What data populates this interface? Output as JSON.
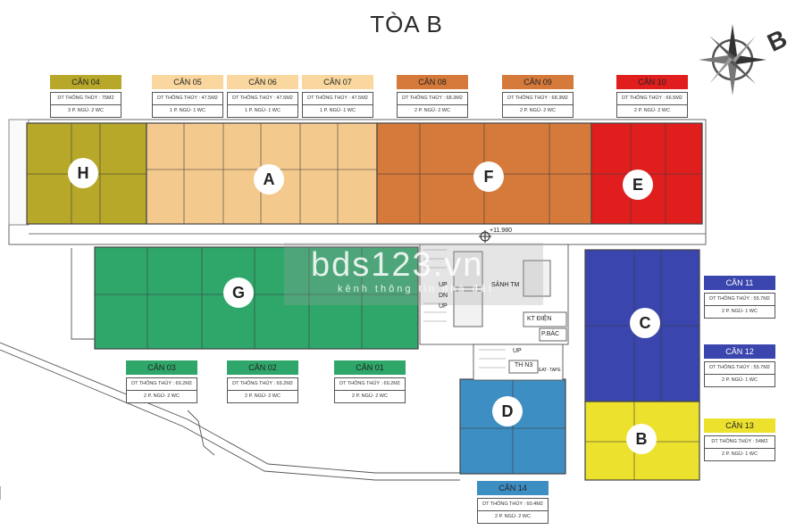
{
  "title": "TÒA B",
  "compass_letter": "B",
  "level_mark": "+11.980",
  "watermark": {
    "brand": "bds123.vn",
    "tagline": "kênh thông tin nhà đất"
  },
  "zones": [
    {
      "letter": "H",
      "color": "#b7a82a"
    },
    {
      "letter": "A",
      "color": "#f4c98d"
    },
    {
      "letter": "F",
      "color": "#d57a3a"
    },
    {
      "letter": "E",
      "color": "#e01e1e"
    },
    {
      "letter": "G",
      "color": "#2fa76a"
    },
    {
      "letter": "C",
      "color": "#3a45ad"
    },
    {
      "letter": "D",
      "color": "#3d8ec2"
    },
    {
      "letter": "B",
      "color": "#ece12d"
    }
  ],
  "units": [
    {
      "name": "CĂN 04",
      "area": "DT THÔNG THỦY : 75M2",
      "rooms": "3 P. NGỦ- 2 WC",
      "color": "#b7a82a"
    },
    {
      "name": "CĂN 05",
      "area": "DT THÔNG THỦY : 47.5M2",
      "rooms": "1 P. NGỦ- 1 WC",
      "color": "#f4c98d"
    },
    {
      "name": "CĂN 06",
      "area": "DT THÔNG THỦY : 47.5M2",
      "rooms": "1 P. NGỦ- 1 WC",
      "color": "#f4c98d"
    },
    {
      "name": "CĂN 07",
      "area": "DT THÔNG THỦY : 47.5M2",
      "rooms": "1 P. NGỦ- 1 WC",
      "color": "#f4c98d"
    },
    {
      "name": "CĂN 08",
      "area": "DT THÔNG THỦY : 68.3M2",
      "rooms": "2 P. NGỦ- 2 WC",
      "color": "#d57a3a"
    },
    {
      "name": "CĂN 09",
      "area": "DT THÔNG THỦY : 68.3M2",
      "rooms": "2 P. NGỦ- 2 WC",
      "color": "#d57a3a"
    },
    {
      "name": "CĂN 10",
      "area": "DT THÔNG THỦY : 66.5M2",
      "rooms": "2 P. NGỦ- 2 WC",
      "color": "#e01e1e"
    },
    {
      "name": "CĂN 11",
      "area": "DT THÔNG THỦY : 55.7M2",
      "rooms": "2 P. NGỦ- 1 WC",
      "color": "#3a45ad"
    },
    {
      "name": "CĂN 12",
      "area": "DT THÔNG THỦY : 55.7M2",
      "rooms": "2 P. NGỦ- 1 WC",
      "color": "#3a45ad"
    },
    {
      "name": "CĂN 13",
      "area": "DT THÔNG THỦY : 54M2",
      "rooms": "2 P. NGỦ- 1 WC",
      "color": "#ece12d"
    },
    {
      "name": "CĂN 14",
      "area": "DT THÔNG THỦY : 60.4M2",
      "rooms": "2 P. NGỦ- 2 WC",
      "color": "#3d8ec2"
    },
    {
      "name": "CĂN 03",
      "area": "DT THÔNG THỦY : 69.2M2",
      "rooms": "2 P. NGỦ- 2 WC",
      "color": "#2fa76a"
    },
    {
      "name": "CĂN 02",
      "area": "DT THÔNG THỦY : 69.2M2",
      "rooms": "2 P. NGỦ- 2 WC",
      "color": "#2fa76a"
    },
    {
      "name": "CĂN 01",
      "area": "DT THÔNG THỦY : 69.2M2",
      "rooms": "2 P. NGỦ- 2 WC",
      "color": "#2fa76a"
    }
  ],
  "core_labels": {
    "up1": "UP",
    "dn": "DN",
    "up2": "UP",
    "sanh": "SẢNH TM",
    "ktdien": "KT ĐIỆN",
    "pbac": "P.BÁC",
    "up3": "UP",
    "thn3": "TH N3",
    "eat": "EAT- TAPE"
  }
}
